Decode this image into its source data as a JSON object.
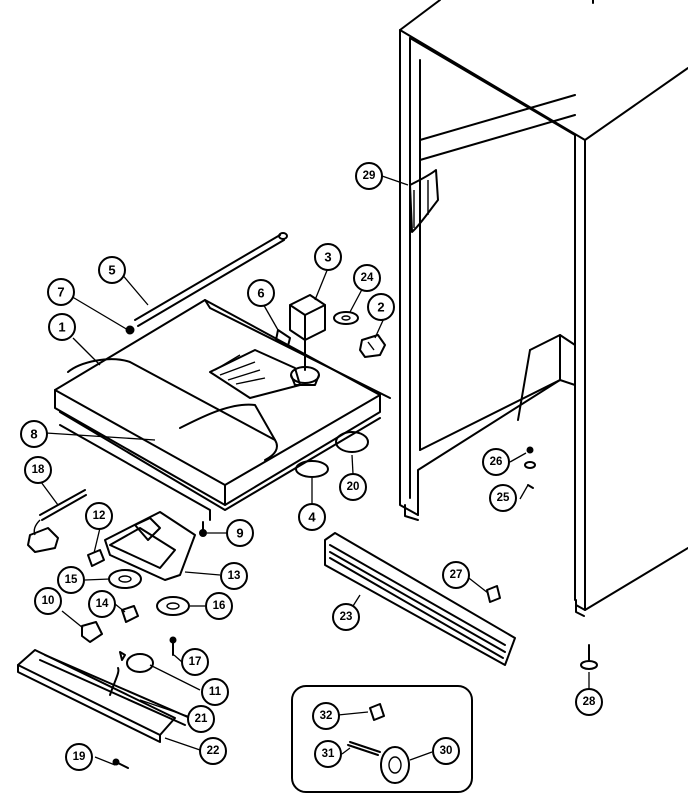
{
  "diagram": {
    "callouts": [
      {
        "label": "1"
      },
      {
        "label": "2"
      },
      {
        "label": "3"
      },
      {
        "label": "4"
      },
      {
        "label": "5"
      },
      {
        "label": "6"
      },
      {
        "label": "7"
      },
      {
        "label": "8"
      },
      {
        "label": "9"
      },
      {
        "label": "10"
      },
      {
        "label": "11"
      },
      {
        "label": "12"
      },
      {
        "label": "13"
      },
      {
        "label": "14"
      },
      {
        "label": "15"
      },
      {
        "label": "16"
      },
      {
        "label": "17"
      },
      {
        "label": "18"
      },
      {
        "label": "19"
      },
      {
        "label": "20"
      },
      {
        "label": "21"
      },
      {
        "label": "22"
      },
      {
        "label": "23"
      },
      {
        "label": "24"
      },
      {
        "label": "25"
      },
      {
        "label": "26"
      },
      {
        "label": "27"
      },
      {
        "label": "28"
      },
      {
        "label": "29"
      },
      {
        "label": "30"
      },
      {
        "label": "31"
      },
      {
        "label": "32"
      }
    ]
  }
}
